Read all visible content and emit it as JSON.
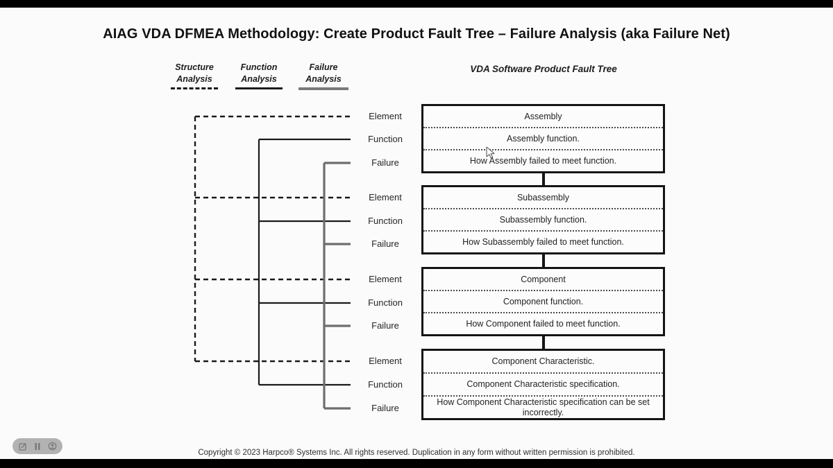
{
  "slide": {
    "title": "AIAG VDA DFMEA Methodology: Create Product Fault Tree – Failure Analysis (aka Failure Net)",
    "tree_heading": "VDA Software Product Fault Tree",
    "footer": "Copyright © 2023 Harpco® Systems Inc.  All rights reserved. Duplication in any form without written permission is prohibited."
  },
  "legend": {
    "columns": [
      {
        "line1": "Structure",
        "line2": "Analysis",
        "line_style": "dashed-black"
      },
      {
        "line1": "Function",
        "line2": "Analysis",
        "line_style": "solid-black"
      },
      {
        "line1": "Failure",
        "line2": "Analysis",
        "line_style": "solid-gray"
      }
    ]
  },
  "row_labels": [
    "Element",
    "Function",
    "Failure"
  ],
  "groups": [
    {
      "element": "Assembly",
      "function": "Assembly function.",
      "failure": "How Assembly failed to meet function."
    },
    {
      "element": "Subassembly",
      "function": "Subassembly function.",
      "failure": "How Subassembly failed to meet function."
    },
    {
      "element": "Component",
      "function": "Component function.",
      "failure": "How Component failed to meet function."
    },
    {
      "element": "Component Characteristic.",
      "function": "Component Characteristic specification.",
      "failure": "How Component Characteristic specification can be set incorrectly."
    }
  ],
  "toolbar": {
    "icons": [
      "annotate-icon",
      "pause-icon",
      "webcam-icon"
    ]
  },
  "colors": {
    "structure_line": "#1a1a1a",
    "function_line": "#1a1a1a",
    "failure_line": "#6e6e6e",
    "box_border": "#141414",
    "background": "#fbfbfb",
    "frame_bar": "#000000"
  }
}
